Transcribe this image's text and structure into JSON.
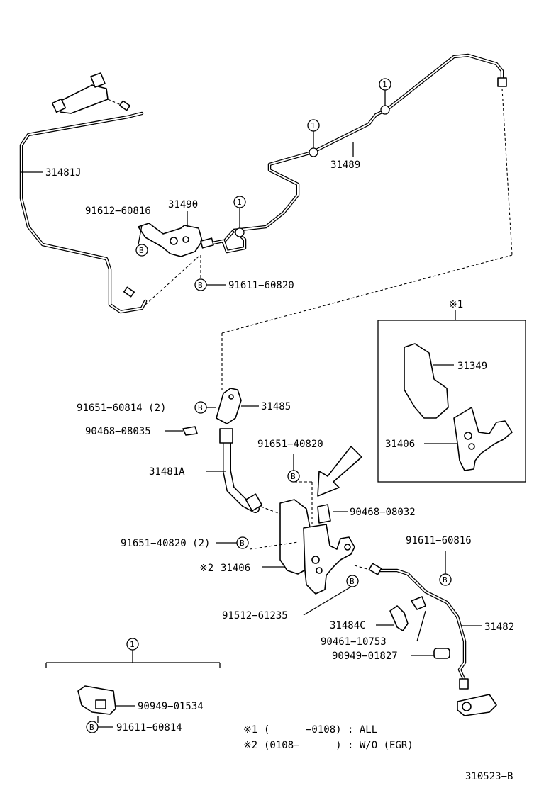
{
  "labels": {
    "p31481J": "31481J",
    "p31489": "31489",
    "p31490": "31490",
    "p91612_60816": "91612−60816",
    "p91611_60820": "91611−60820",
    "p31349": "31349",
    "p31406_box": "31406",
    "p91651_60814": "91651−60814 (2)",
    "p31485": "31485",
    "p90468_08035": "90468−08035",
    "p91651_40820": "91651−40820",
    "p31481A": "31481A",
    "p90468_08032": "90468−08032",
    "p91651_40820_2": "91651−40820 (2)",
    "p31406_main": "31406",
    "p91611_60816": "91611−60816",
    "p91512_61235": "91512−61235",
    "p31484C": "31484C",
    "p31482": "31482",
    "p90461_10753": "90461−10753",
    "p90949_01827": "90949−01827",
    "p90949_01534": "90949−01534",
    "p91611_60814": "91611−60814"
  },
  "markers": {
    "circle_one": "1",
    "bolt_b": "B",
    "note1_symbol": "※1",
    "note2_symbol": "※2"
  },
  "notes": {
    "note1_text": "(      −0108) : ALL",
    "note2_text": "(0108−      ) : W/O (EGR)"
  },
  "diagram_id": "310523−B"
}
